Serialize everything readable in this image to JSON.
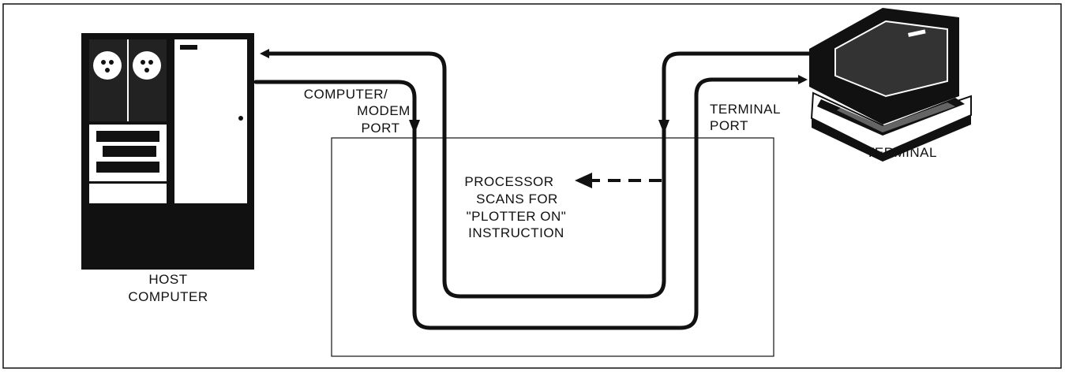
{
  "labels": {
    "host_line1": "HOST",
    "host_line2": "COMPUTER",
    "cm_port_line1": "COMPUTER/",
    "cm_port_line2": "MODEM",
    "cm_port_line3": "PORT",
    "term_port_line1": "TERMINAL",
    "term_port_line2": "PORT",
    "terminal": "TERMINAL",
    "processor_line1": "PROCESSOR",
    "processor_line2": "SCANS FOR",
    "processor_line3": "\"PLOTTER ON\"",
    "processor_line4": "INSTRUCTION"
  },
  "colors": {
    "ink": "#111111",
    "paper": "#ffffff"
  }
}
